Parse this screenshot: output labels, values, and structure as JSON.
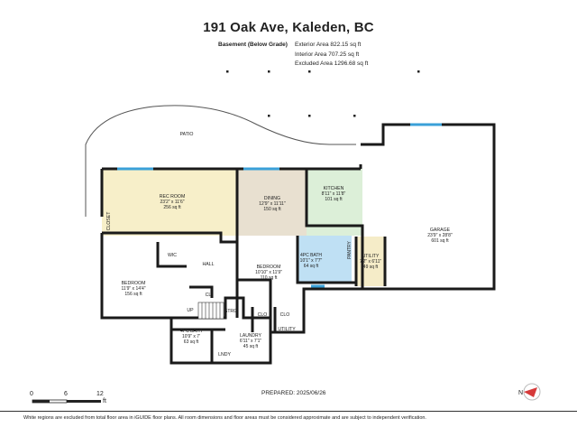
{
  "header": {
    "title": "191 Oak Ave, Kaleden, BC"
  },
  "floor": {
    "name": "Basement (Below Grade)",
    "exterior_area": "Exterior Area 822.15 sq ft",
    "interior_area": "Interior Area 707.25 sq ft",
    "excluded_area": "Excluded Area 1296.68 sq ft"
  },
  "rooms": {
    "patio": {
      "name": "PATIO"
    },
    "rec_room": {
      "name": "REC ROOM",
      "dims": "23'2\" x 11'6\"",
      "area": "256 sq ft"
    },
    "dining": {
      "name": "DINING",
      "dims": "12'9\" x 11'11\"",
      "area": "150 sq ft"
    },
    "kitchen": {
      "name": "KITCHEN",
      "dims": "8'11\" x 11'8\"",
      "area": "101 sq ft"
    },
    "garage": {
      "name": "GARAGE",
      "dims": "23'9\" x 28'8\"",
      "area": "601 sq ft"
    },
    "closet": {
      "name": "CLOSET"
    },
    "wic": {
      "name": "WIC"
    },
    "hall": {
      "name": "HALL"
    },
    "bedroom1": {
      "name": "BEDROOM",
      "dims": "11'9\" x 14'4\"",
      "area": "156 sq ft"
    },
    "bedroom2": {
      "name": "BEDROOM",
      "dims": "10'10\" x 11'9\"",
      "area": "110 sq ft"
    },
    "bath4pc_a": {
      "name": "4PC BATH",
      "dims": "10'1\" x 7'7\"",
      "area": "64 sq ft"
    },
    "utility_small": {
      "name": "UTILITY",
      "dims": "7'2\" x 6'11\"",
      "area": "49 sq ft"
    },
    "pantry": {
      "name": "PANTRY"
    },
    "cl": {
      "name": "CL"
    },
    "up": {
      "name": "UP"
    },
    "storage": {
      "name": "STRG"
    },
    "clo1": {
      "name": "CLO"
    },
    "clo2": {
      "name": "CLO"
    },
    "utility": {
      "name": "UTILITY"
    },
    "bath4pc_b": {
      "name": "4PC BATH",
      "dims": "10'9\" x 7'",
      "area": "63 sq ft"
    },
    "laundry": {
      "name": "LAUNDRY",
      "dims": "6'11\" x 7'1\"",
      "area": "45 sq ft"
    },
    "lndy": {
      "name": "LNDY"
    }
  },
  "scale": {
    "ticks": [
      "0",
      "6",
      "12"
    ],
    "unit": "ft"
  },
  "compass": {
    "label": "N"
  },
  "prepared": "PREPARED: 2025/06/26",
  "disclaimer": "White regions are excluded from total floor area in iGUIDE floor plans. All room dimensions and floor areas must be considered approximate and are subject to independent verification.",
  "colors": {
    "rec_room": "#f7efc9",
    "dining": "#e8e0d0",
    "kitchen": "#dcefd8",
    "bath": "#bfe0f4",
    "utility_small": "#f5ecc8",
    "wall": "#1a1a1a",
    "window": "#3aa0d8"
  }
}
